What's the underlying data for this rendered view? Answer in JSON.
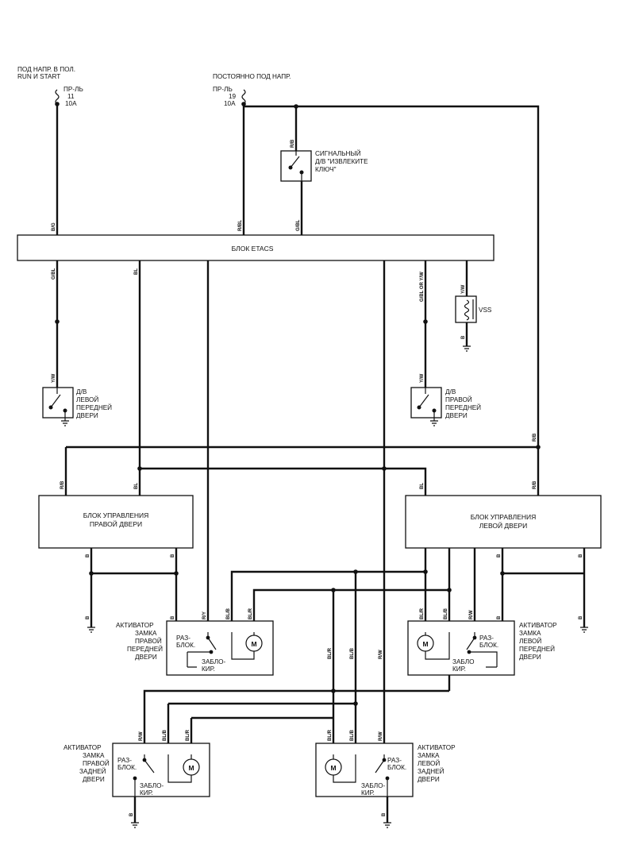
{
  "header": {
    "run_power": [
      "ПОД НАПР. В ПОЛ.",
      "RUN И   START"
    ],
    "const_power": "ПОСТОЯННО ПОД НАПР."
  },
  "fuses": {
    "f11": [
      "ПР-ЛЬ",
      "11",
      "10A"
    ],
    "f19": [
      "ПР-ЛЬ",
      "19",
      "10A"
    ]
  },
  "components": {
    "key_switch": [
      "СИГНАЛЬНЫЙ",
      "Д/В \"ИЗВЛЕКИТЕ",
      "КЛЮЧ\""
    ],
    "etacs": "БЛОК ETACS",
    "vss": "VSS",
    "left_front_switch": [
      "Д/В",
      "ЛЕВОЙ",
      "ПЕРЕДНЕЙ",
      "ДВЕРИ"
    ],
    "right_front_switch": [
      "Д/В",
      "ПРАВОЙ",
      "ПЕРЕДНЕЙ",
      "ДВЕРИ"
    ],
    "right_door_unit": [
      "БЛОК УПРАВЛЕНИЯ",
      "ПРАВОЙ ДВЕРИ"
    ],
    "left_door_unit": [
      "БЛОК УПРАВЛЕНИЯ",
      "ЛЕВОЙ ДВЕРИ"
    ],
    "act_rf": [
      "АКТИВАТОР",
      "ЗАМКА",
      "ПРАВОЙ",
      "ПЕРЕДНЕЙ",
      "ДВЕРИ"
    ],
    "act_lf": [
      "АКТИВАТОР",
      "ЗАМКА",
      "ЛЕВОЙ",
      "ПЕРЕДНЕЙ",
      "ДВЕРИ"
    ],
    "act_rr": [
      "АКТИВАТОР",
      "ЗАМКА",
      "ПРАВОЙ",
      "ЗАДНЕЙ",
      "ДВЕРИ"
    ],
    "act_lr": [
      "АКТИВАТОР",
      "ЗАМКА",
      "ЛЕВОЙ",
      "ЗАДНЕЙ",
      "ДВЕРИ"
    ],
    "unlock": [
      "РАЗ-",
      "БЛОК."
    ],
    "lock_rf": [
      "ЗАБЛО-",
      "КИР."
    ],
    "lock_lf": [
      "ЗАБЛО",
      "КИР."
    ],
    "lock_rear": [
      "ЗАБЛО-",
      "КИР."
    ],
    "motor": "M"
  },
  "wires": {
    "b_g": "B/G",
    "r_bl": "R/BL",
    "r_b": "R/B",
    "g_bl": "G/BL",
    "bl": "BL",
    "g_bl_or_y_w": "G/BL OR Y/W",
    "y_w": "Y/W",
    "b": "B",
    "r_y": "R/Y",
    "bl_b": "BL/B",
    "bl_r": "BL/R",
    "r_w": "R/W"
  }
}
